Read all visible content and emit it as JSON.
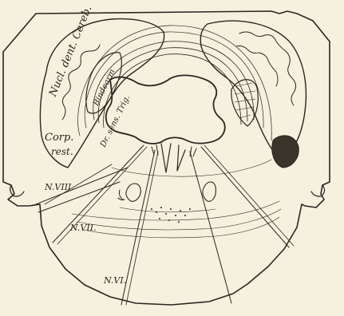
{
  "labels": {
    "nucleus": "Nucl. dent. Cereb.",
    "bindearm": "Bindearm",
    "tract": "Dr. sens. Trig.",
    "corp_line1": "Corp.",
    "corp_line2": "rest.",
    "n8": "N.VIII.",
    "n7": "N.VII.",
    "n6": "N.VI."
  }
}
